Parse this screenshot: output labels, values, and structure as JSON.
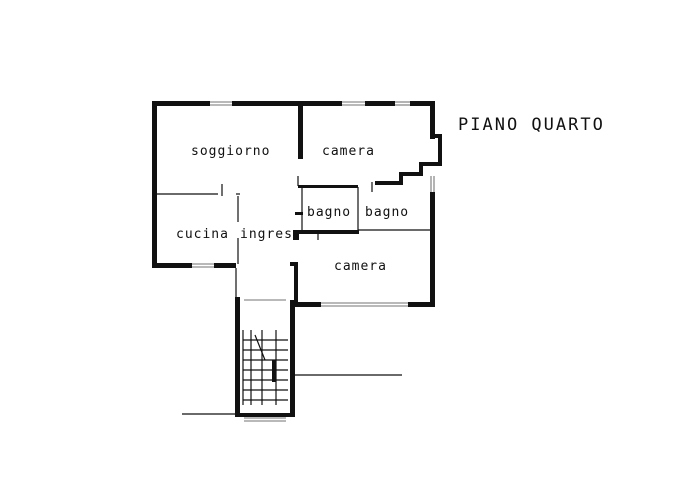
{
  "title": "PIANO QUARTO",
  "rooms": {
    "soggiorno": "soggiorno",
    "camera_top": "camera",
    "bagno_left": "bagno",
    "bagno_right": "bagno",
    "cucina": "cucina",
    "ingresso": "ingres.",
    "camera_bottom": "camera"
  }
}
